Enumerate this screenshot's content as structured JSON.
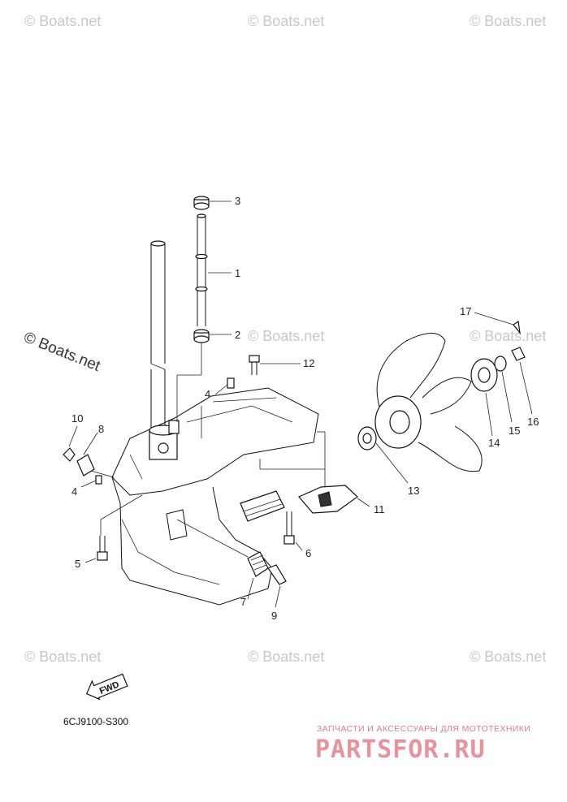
{
  "watermarks": {
    "text": "© Boats.net",
    "large": "© Boats.net"
  },
  "callouts": [
    "1",
    "2",
    "3",
    "4",
    "4",
    "5",
    "6",
    "7",
    "8",
    "9",
    "10",
    "11",
    "12",
    "13",
    "14",
    "15",
    "16",
    "17"
  ],
  "labels": {
    "c1": "1",
    "c2": "2",
    "c3": "3",
    "c4a": "4",
    "c4b": "4",
    "c5": "5",
    "c6": "6",
    "c7": "7",
    "c8": "8",
    "c9": "9",
    "c10": "10",
    "c11": "11",
    "c12": "12",
    "c13": "13",
    "c14": "14",
    "c15": "15",
    "c16": "16",
    "c17": "17"
  },
  "fwd_label": "FWD",
  "diagram_code": "6CJ9100-S300",
  "promo": {
    "subtitle": "ЗАПЧАСТИ И АКСЕССУАРЫ ДЛЯ МОТОТЕХНИКИ",
    "brand": "PARTSFOR.RU"
  },
  "colors": {
    "line": "#111111",
    "watermark": "#c8c8c8",
    "promo": "#e8929a"
  }
}
